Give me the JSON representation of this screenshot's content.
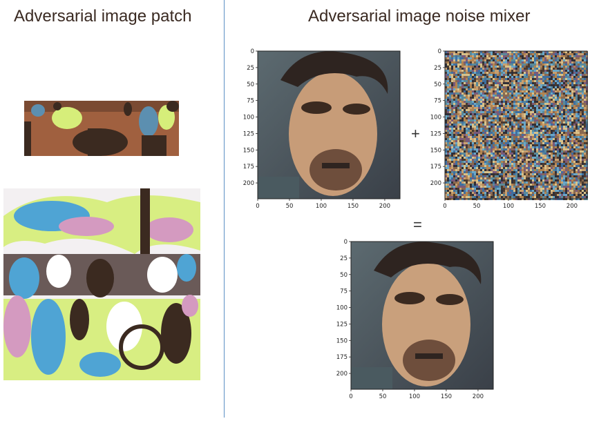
{
  "titles": {
    "left": "Adversarial image patch",
    "right": "Adversarial image noise mixer"
  },
  "operators": {
    "plus": "+",
    "equals": "="
  },
  "axis": {
    "y_ticks": [
      "0",
      "25",
      "50",
      "75",
      "100",
      "125",
      "150",
      "175",
      "200"
    ],
    "x_ticks": [
      "0",
      "50",
      "100",
      "150",
      "200"
    ]
  },
  "colors": {
    "divider": "#5b8fc4",
    "patch_bg": "#a0603f",
    "patch_dark": "#3b2a20",
    "patch_green": "#d6ee7a",
    "patch_blue": "#5c8fb0",
    "patch_pink": "#d49ac0",
    "patch_lime": "#d8ee82",
    "patch_cyan": "#4fa4d4"
  }
}
